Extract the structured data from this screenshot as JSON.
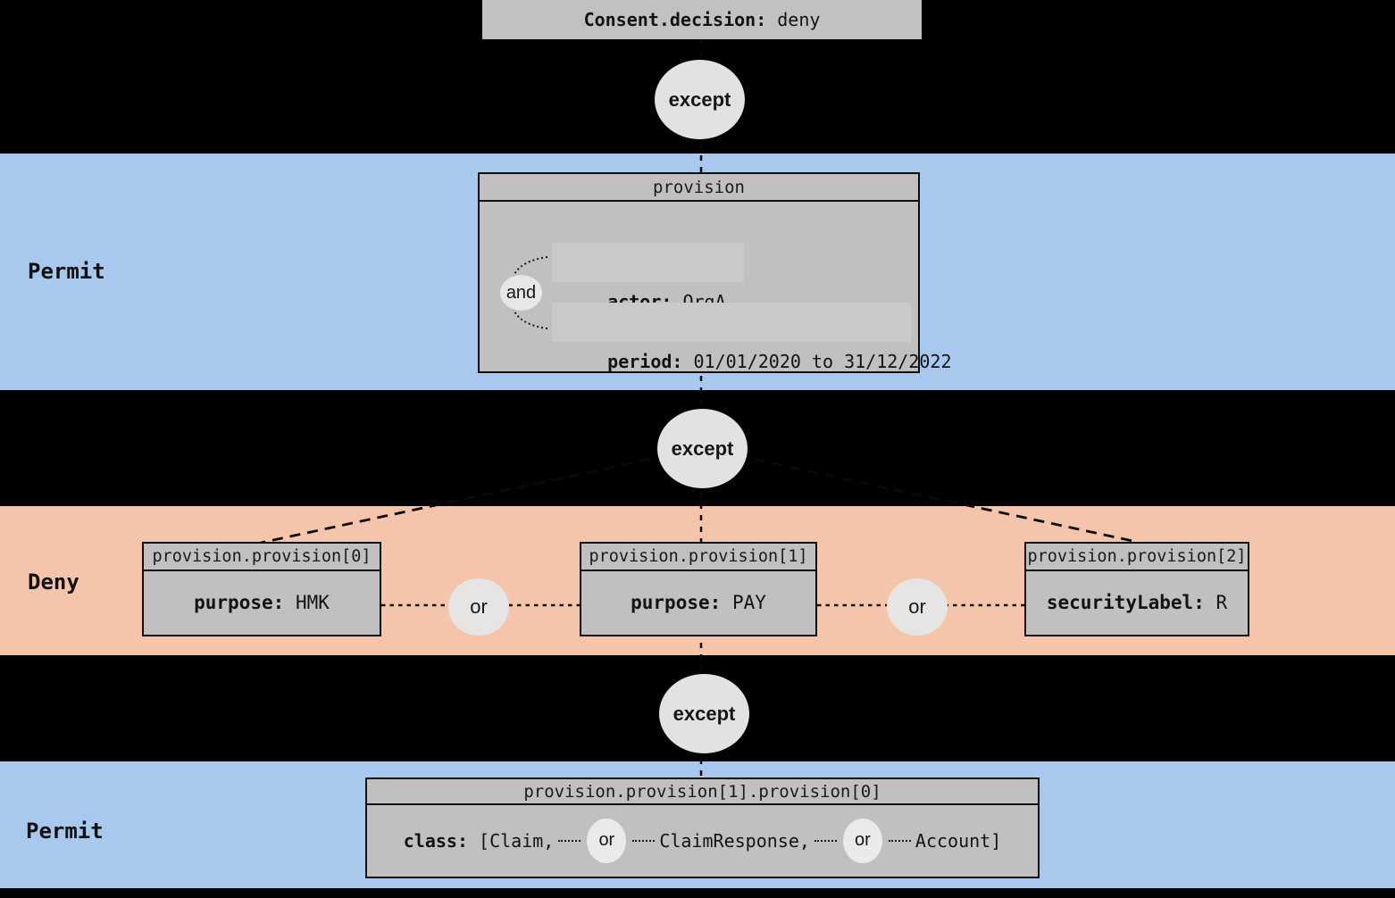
{
  "colors": {
    "background": "#000000",
    "permit_band": "#a8c8ee",
    "deny_band": "#f4c5ab",
    "node_fill": "#c1bfc0",
    "node_row_highlight": "#cac8c9",
    "connector_circle_fill": "#e3e2e0",
    "border_and_text": "#0e0e0e"
  },
  "root_node": {
    "key": "Consent.decision:",
    "value": "deny"
  },
  "connectors": {
    "except": "except",
    "and": "and",
    "or": "or"
  },
  "bands": {
    "permit_top": {
      "label": "Permit"
    },
    "deny": {
      "label": "Deny"
    },
    "permit_bottom": {
      "label": "Permit"
    }
  },
  "provision_node": {
    "title": "provision",
    "fields": [
      {
        "key": "actor:",
        "value": "OrgA"
      },
      {
        "key": "period:",
        "value": "01/01/2020 to 31/12/2022"
      }
    ]
  },
  "deny_nodes": [
    {
      "title": "provision.provision[0]",
      "key": "purpose:",
      "value": "HMK"
    },
    {
      "title": "provision.provision[1]",
      "key": "purpose:",
      "value": "PAY"
    },
    {
      "title": "provision.provision[2]",
      "key": "securityLabel:",
      "value": "R"
    }
  ],
  "class_node": {
    "title": "provision.provision[1].provision[0]",
    "key": "class:",
    "items": [
      "[Claim,",
      "ClaimResponse,",
      "Account]"
    ]
  }
}
